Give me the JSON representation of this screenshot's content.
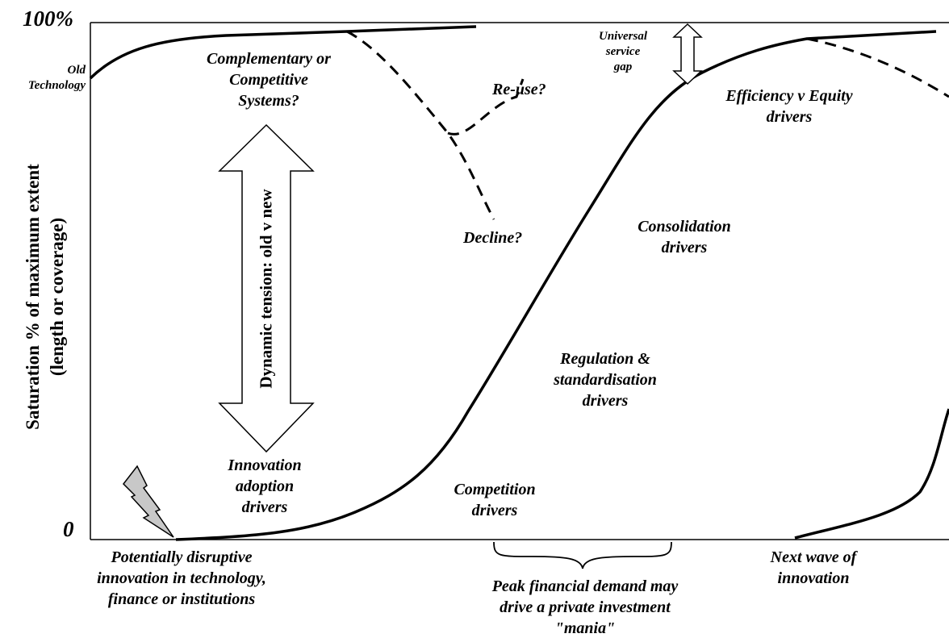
{
  "axes": {
    "y_top": "100%",
    "y_bottom": "0",
    "ylabel_line1": "Saturation  % of maximum extent",
    "ylabel_line2": "(length or coverage)"
  },
  "labels": {
    "old_technology": [
      "Old",
      "Technology"
    ],
    "complementary": [
      "Complementary or",
      "Competitive",
      "Systems?"
    ],
    "reuse": "Re-use?",
    "decline": "Decline?",
    "universal_gap": [
      "Universal",
      "service",
      "gap"
    ],
    "efficiency": [
      "Efficiency v Equity",
      "drivers"
    ],
    "consolidation": [
      "Consolidation",
      "drivers"
    ],
    "regulation": [
      "Regulation &",
      "standardisation",
      "drivers"
    ],
    "competition": [
      "Competition",
      "drivers"
    ],
    "innovation_adoption": [
      "Innovation",
      "adoption",
      "drivers"
    ],
    "dynamic_tension": "Dynamic tension:   old v new",
    "disruptive": [
      "Potentially disruptive",
      "innovation in technology,",
      "finance or institutions"
    ],
    "peak_demand": [
      "Peak financial demand may",
      "drive a private investment",
      "\"mania\""
    ],
    "next_wave": [
      "Next wave of",
      "innovation"
    ]
  },
  "icons": {
    "lightning": "lightning-bolt-icon",
    "double_arrow": "double-headed-arrow-icon",
    "brace": "curly-brace-icon"
  },
  "colors": {
    "line": "#000000",
    "arrow_fill": "#ffffff",
    "lightning_fill": "#c8c8c8"
  }
}
